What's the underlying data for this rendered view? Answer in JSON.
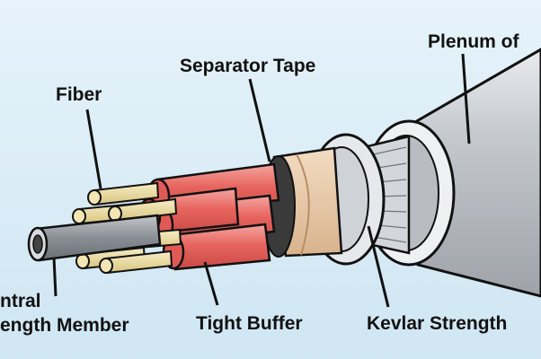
{
  "labels": {
    "fiber": "Fiber",
    "separator_tape": "Separator Tape",
    "plenum": "Plenum of",
    "central_line1": "ntral",
    "central_line2": "ength Member",
    "tight_buffer": "Tight Buffer",
    "kevlar": "Kevlar Strength"
  },
  "colors": {
    "background": "#d8ecf6",
    "jacket": "#c9ccd0",
    "kevlar": "#d9dde2",
    "separator_tape": "#e8c9a8",
    "tight_buffer": "#e86a6a",
    "fiber": "#ecdca0",
    "strength_member": "#8f9499",
    "outline": "#111111"
  }
}
